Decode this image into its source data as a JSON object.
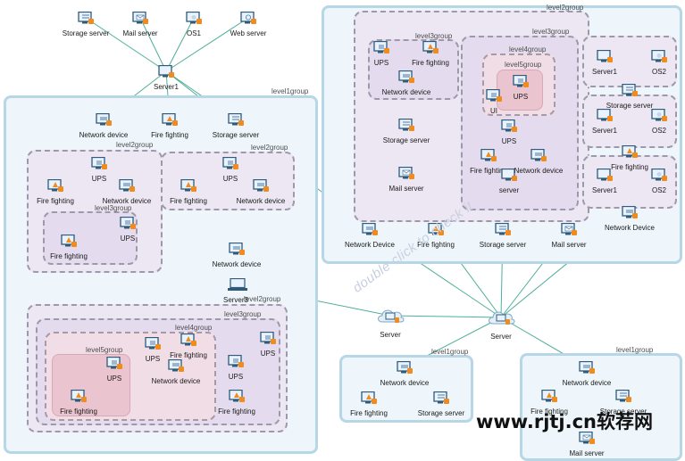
{
  "groups": {
    "left_level1": "level1group",
    "left_level2a": "level2group",
    "left_level2b": "level2group",
    "left_level3a": "level3group",
    "left_level2c": "level2group",
    "left_level3b": "level3group",
    "left_level4": "level4group",
    "left_level5": "level5group",
    "right_level2": "level2group",
    "right_level3a": "level3group",
    "right_level3b": "level3group",
    "right_level4": "level4group",
    "right_level5": "level5group",
    "bottom_level1a": "level1group",
    "bottom_level1b": "level1group"
  },
  "nodes": {
    "storage_server_top": "Storage server",
    "mail_server_top": "Mail server",
    "os1": "OS1",
    "web_server": "Web server",
    "server1": "Server1",
    "network_device_l1": "Network device",
    "fire_fighting_l1": "Fire fighting",
    "storage_server_l1": "Storage server",
    "ups_l2a": "UPS",
    "fire_fighting_l2a": "Fire fighting",
    "network_device_l2a": "Network device",
    "ups_l3a": "UPS",
    "fire_fighting_l3a": "Fire fighting",
    "ups_l2b": "UPS",
    "fire_fighting_l2b": "Fire fighting",
    "network_device_l2b": "Network device",
    "network_device_mid": "Network device",
    "server3": "Server3",
    "ups_l3b": "UPS",
    "fire_fighting_l4": "Fire fighting",
    "network_device_l4": "Network device",
    "ups_l4": "UPS",
    "ups_l5": "UPS",
    "fire_fighting_l5": "Fire fighting",
    "ups_right_l3b": "UPS",
    "fire_fighting_right_l3b": "Fire fighting",
    "right_ups_a": "UPS",
    "right_fire_a": "Fire fighting",
    "right_netdev_a": "Network device",
    "right_storage": "Storage server",
    "right_mail": "Mail server",
    "right_ups_l5": "UPS",
    "right_ui": "UI",
    "right_ups_l4": "UPS",
    "right_fire_l4": "Fire fighting",
    "right_netdev_l4": "Network device",
    "right_server_l4": "server",
    "server1_b1": "Server1",
    "os2_b1": "OS2",
    "storage_b2": "Storage server",
    "server1_b2": "Server1",
    "os2_b2": "OS2",
    "fire_b3": "Fire fighting",
    "server1_b3": "Server1",
    "os2_b3": "OS2",
    "network_device_right": "Network Device",
    "net_device_bottom_row": "Network Device",
    "fire_bottom_row": "Fire fighting",
    "storage_bottom_row": "Storage server",
    "mail_bottom_row": "Mail server",
    "cloud_server": "Server",
    "center_server": "Server",
    "b1_netdev": "Network device",
    "b1_fire": "Fire fighting",
    "b1_storage": "Storage server",
    "b2_netdev": "Network device",
    "b2_fire": "Fire fighting",
    "b2_storage": "Storage server",
    "b2_mail": "Mail server"
  },
  "annotations": {
    "double_click_hint": "double click to check it",
    "site_watermark": "www.rjtj.cn软荐网"
  },
  "colors": {
    "edge": "#4fae9a",
    "monitor_frame": "#2f5a78",
    "monitor_screen": "#e8f3ff",
    "badge_orange": "#f08c1e",
    "group_level1_fill": "#eef6fb",
    "group_level1_border": "#b7d6e6",
    "group_dashed_border": "#9e99aa",
    "group_level5_fill": "#eac4cf"
  }
}
